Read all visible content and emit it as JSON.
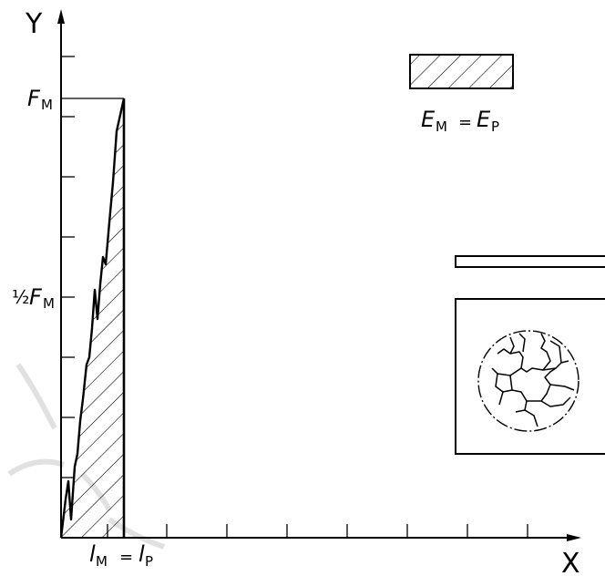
{
  "axes": {
    "x_label": "X",
    "y_label": "Y"
  },
  "y_ticks": {
    "max_label": "F",
    "max_sub": "M",
    "half_frac": "½",
    "half_label": "F",
    "half_sub": "M"
  },
  "x_ticks": {
    "l_m": "l",
    "l_m_sub": "M",
    "eq": "=",
    "l_p": "l",
    "l_p_sub": "P"
  },
  "legend": {
    "e_m": "E",
    "e_m_sub": "M",
    "eq": "=",
    "e_p": "E",
    "e_p_sub": "P"
  },
  "colors": {
    "line": "#000000",
    "watermark": "#d9d9d9"
  }
}
